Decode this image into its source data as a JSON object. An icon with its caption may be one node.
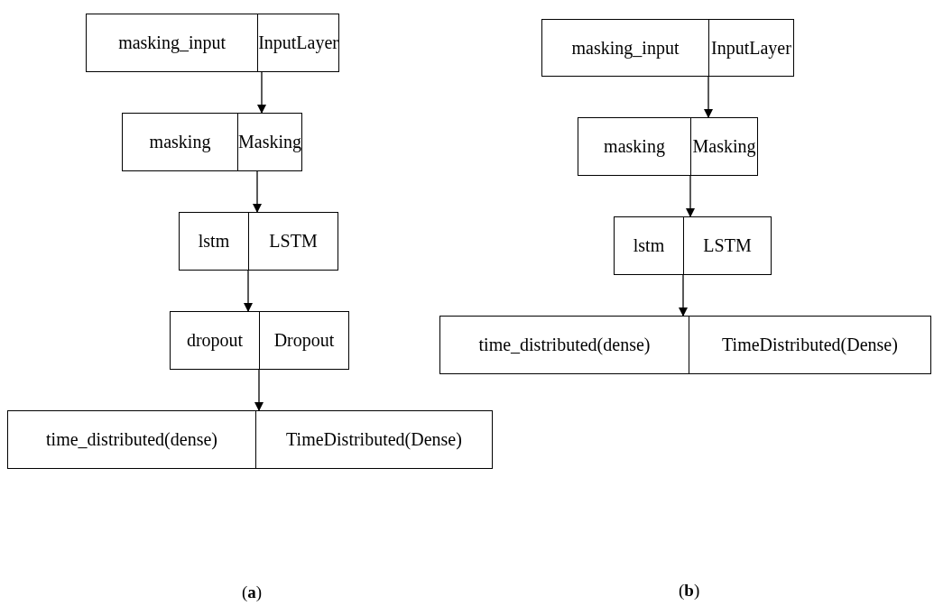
{
  "diagram": {
    "nodes": [
      {
        "text": [
          "masking_input",
          "InputLayer"
        ]
      },
      {
        "text": [
          "masking",
          "Masking"
        ]
      },
      {
        "text": [
          "lstm",
          "LSTM"
        ]
      },
      {
        "text": [
          "dropout",
          "Dropout"
        ]
      },
      {
        "text": [
          "time_distributed(dense)",
          "TimeDistributed(Dense)"
        ]
      },
      {
        "text": [
          "masking_input",
          "InputLayer"
        ]
      },
      {
        "text": [
          "masking",
          "Masking"
        ]
      },
      {
        "text": [
          "lstm",
          "LSTM"
        ]
      },
      {
        "text": [
          "time_distributed(dense)",
          "TimeDistributed(Dense)"
        ]
      }
    ],
    "edges": [
      {
        "from": 0,
        "to": 1,
        "arrow": "to"
      },
      {
        "from": 1,
        "to": 2,
        "arrow": "to"
      },
      {
        "from": 2,
        "to": 3,
        "arrow": "to"
      },
      {
        "from": 3,
        "to": 4,
        "arrow": "to"
      },
      {
        "from": 5,
        "to": 6,
        "arrow": "to"
      },
      {
        "from": 6,
        "to": 7,
        "arrow": "to"
      },
      {
        "from": 7,
        "to": 8,
        "arrow": "to"
      }
    ],
    "labels": [
      "(**a**)",
      "(**b**)"
    ]
  }
}
